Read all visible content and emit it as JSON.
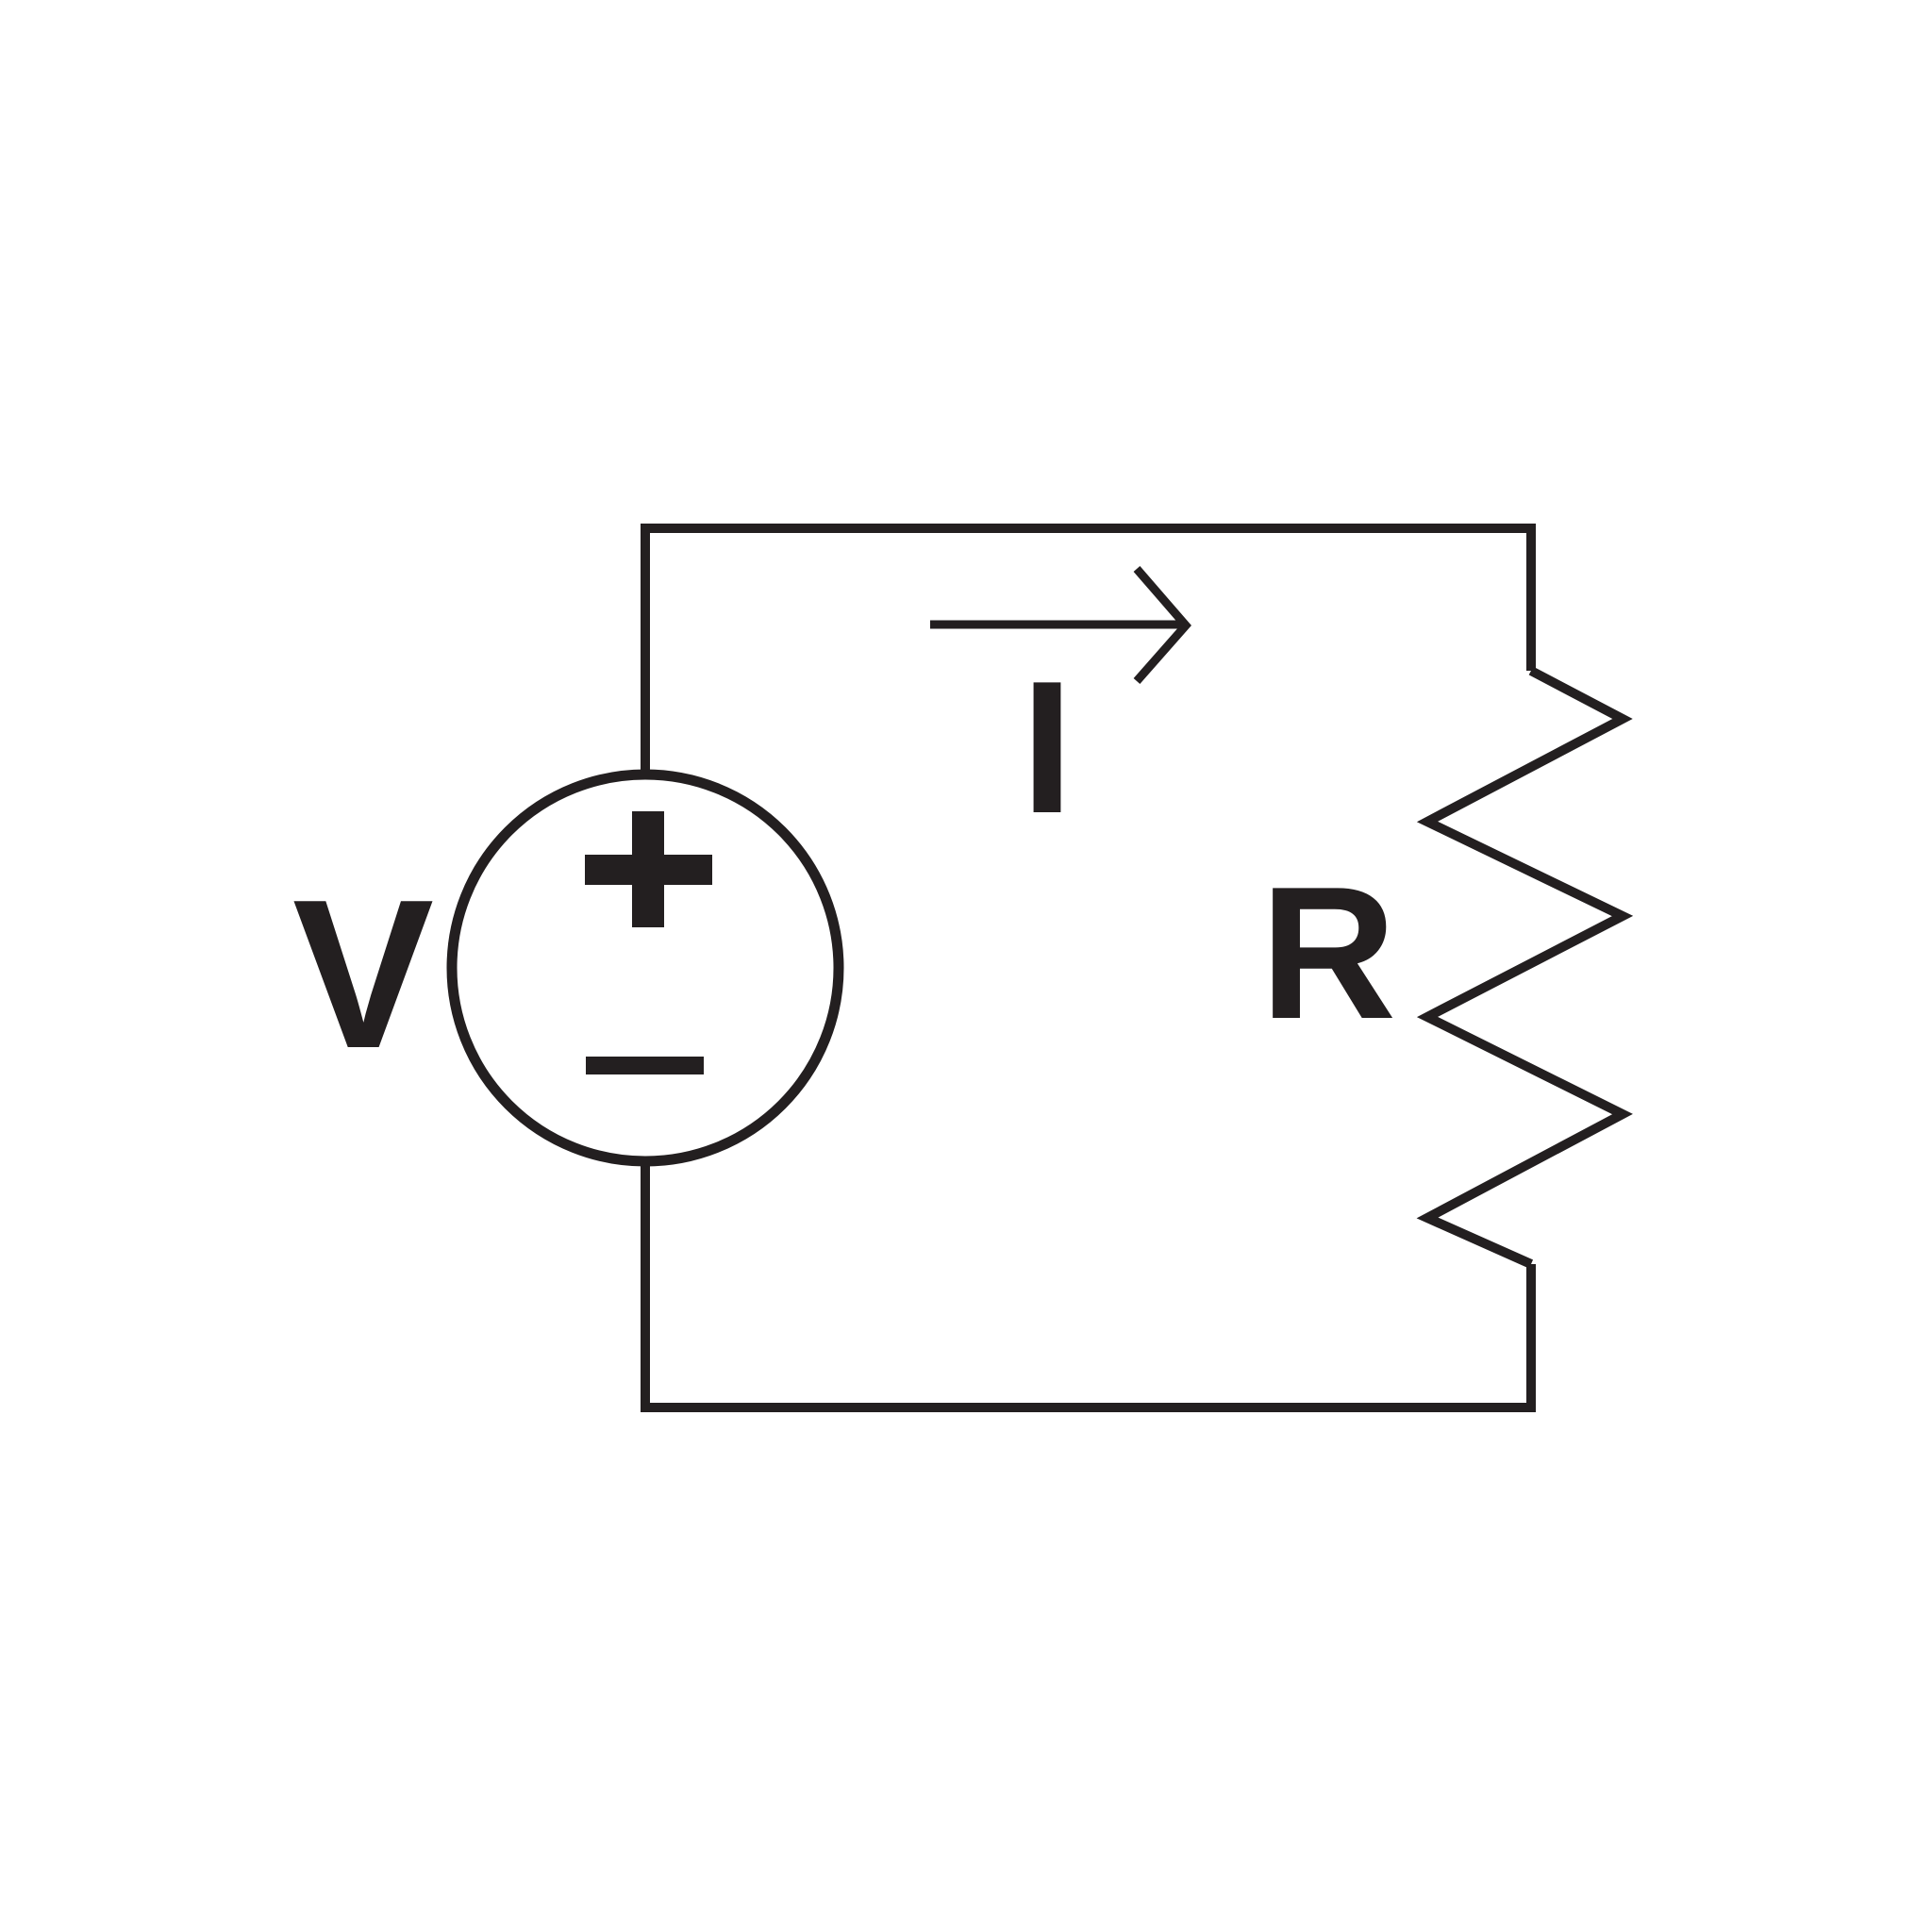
{
  "diagram": {
    "labels": {
      "voltage": "V",
      "current": "I",
      "resistance": "R"
    },
    "source_symbols": {
      "positive": "+",
      "negative": "−"
    },
    "colors": {
      "stroke": "#231f20",
      "background": "#ffffff"
    }
  }
}
